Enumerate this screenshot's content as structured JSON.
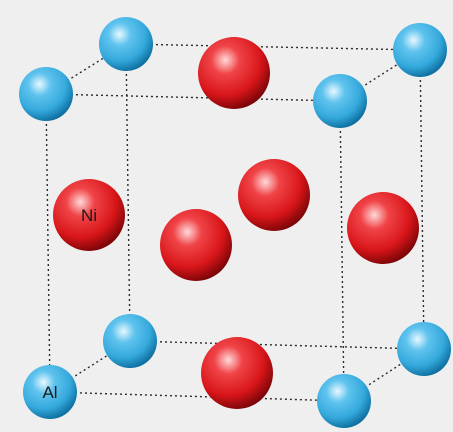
{
  "figure": {
    "background_color": "#efefef",
    "edge_color": "#2b2b2b",
    "labels": {
      "nickel": "Ni",
      "aluminum": "Al"
    }
  },
  "atoms": {
    "aluminum": {
      "color": "#35a9dc",
      "highlight": "#e8f8ff",
      "shade": "#0e6fa0",
      "count": 8
    },
    "nickel": {
      "color": "#d8161a",
      "highlight": "#ffd9d9",
      "shade": "#7c0508",
      "count": 6
    }
  }
}
